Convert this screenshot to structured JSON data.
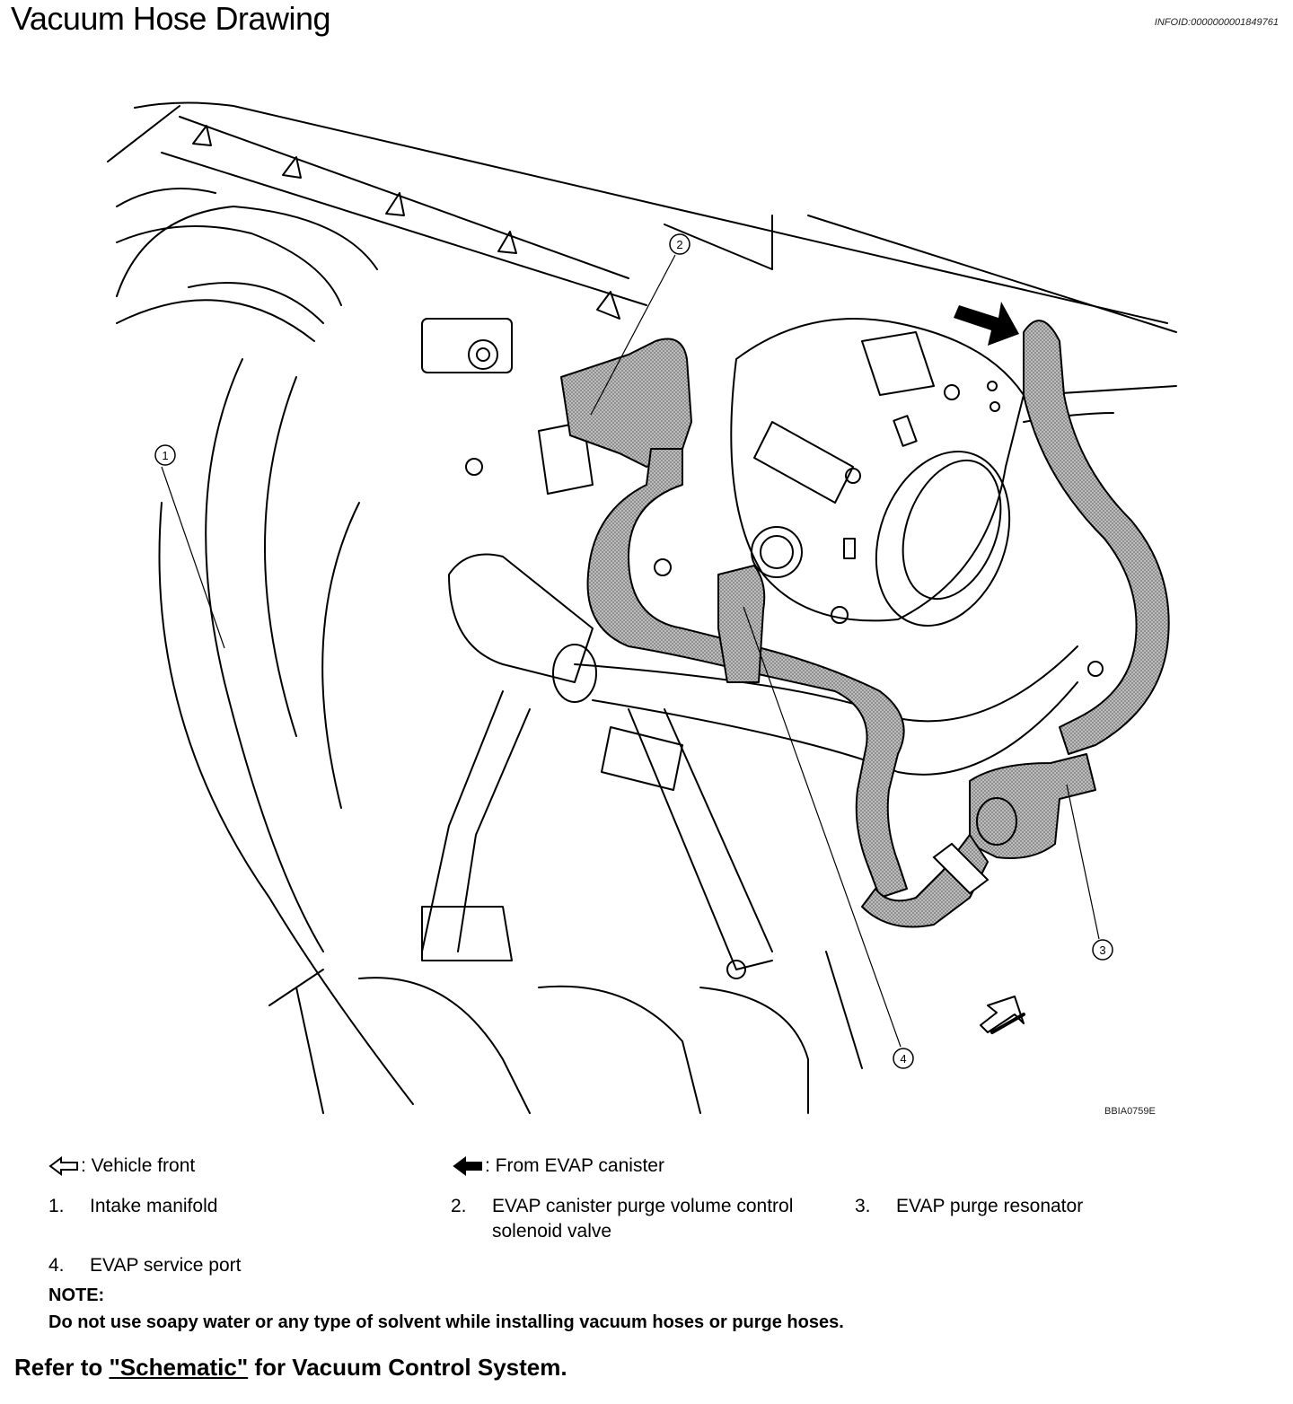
{
  "header": {
    "title": "Vacuum Hose Drawing",
    "info_id": "INFOID:0000000001849761"
  },
  "figure": {
    "code": "BBIA0759E",
    "callouts": [
      "1",
      "2",
      "3",
      "4"
    ]
  },
  "legend": {
    "vehicle_front": ": Vehicle front",
    "from_evap": ": From EVAP canister",
    "items": [
      {
        "num": "1.",
        "label": "Intake manifold"
      },
      {
        "num": "2.",
        "label": "EVAP canister purge volume control",
        "label2": "solenoid valve"
      },
      {
        "num": "3.",
        "label": "EVAP purge resonator"
      },
      {
        "num": "4.",
        "label": "EVAP service port"
      }
    ]
  },
  "note": {
    "title": "NOTE:",
    "body": "Do not use soapy water or any type of solvent while installing vacuum hoses or purge hoses."
  },
  "refer": {
    "prefix": "Refer to ",
    "link": "\"Schematic\"",
    "suffix": " for Vacuum Control System."
  }
}
